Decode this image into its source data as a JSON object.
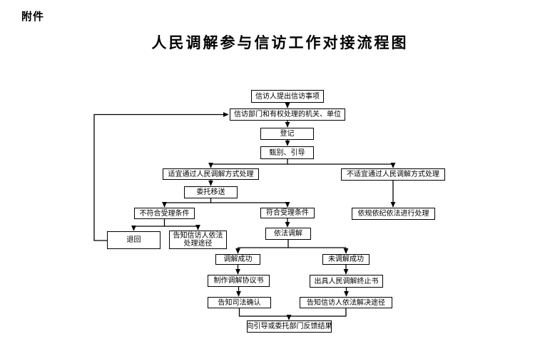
{
  "page": {
    "attachment_label": "附件",
    "title": "人民调解参与信访工作对接流程图",
    "background_color": "#ffffff",
    "line_color": "#000000",
    "text_color": "#000000"
  },
  "flowchart": {
    "nodes": {
      "submit": {
        "label": "信访人提出信访事项"
      },
      "authority": {
        "label": "信访部门和有权处理的机关、单位"
      },
      "register": {
        "label": "登记"
      },
      "screen": {
        "label": "甄别、引导"
      },
      "suitable": {
        "label": "适宜通过人民调解方式处理"
      },
      "unsuitable": {
        "label": "不适宜通过人民调解方式处理"
      },
      "entrust": {
        "label": "委托移送"
      },
      "not_accept": {
        "label": "不符合受理条件"
      },
      "accept": {
        "label": "符合受理条件"
      },
      "by_rules": {
        "label": "依规依纪依法进行处理"
      },
      "return": {
        "label": "退回"
      },
      "inform_handle": {
        "label": "告知信访人依法处理途径",
        "lines": [
          "告知信访人依法",
          "处理途径"
        ]
      },
      "mediate": {
        "label": "依法调解"
      },
      "success": {
        "label": "调解成功"
      },
      "fail": {
        "label": "未调解成功"
      },
      "agreement": {
        "label": "制作调解协议书"
      },
      "terminate": {
        "label": "出具人民调解终止书"
      },
      "judicial": {
        "label": "告知司法确认"
      },
      "inform_solve": {
        "label": "告知信访人依法解决途径"
      },
      "feedback": {
        "label": "向引导或委托部门反馈结果"
      }
    },
    "edges": [
      "submit→authority",
      "authority→register",
      "register→screen",
      "screen→suitable",
      "screen→unsuitable",
      "suitable→entrust",
      "entrust→not_accept",
      "entrust→accept",
      "unsuitable→by_rules",
      "not_accept→return",
      "not_accept→inform_handle",
      "accept→mediate",
      "mediate→success",
      "mediate→fail",
      "success→agreement",
      "fail→terminate",
      "agreement→judicial",
      "terminate→inform_solve",
      "judicial→feedback",
      "inform_solve→feedback",
      "return→authority (反馈回路)"
    ]
  }
}
